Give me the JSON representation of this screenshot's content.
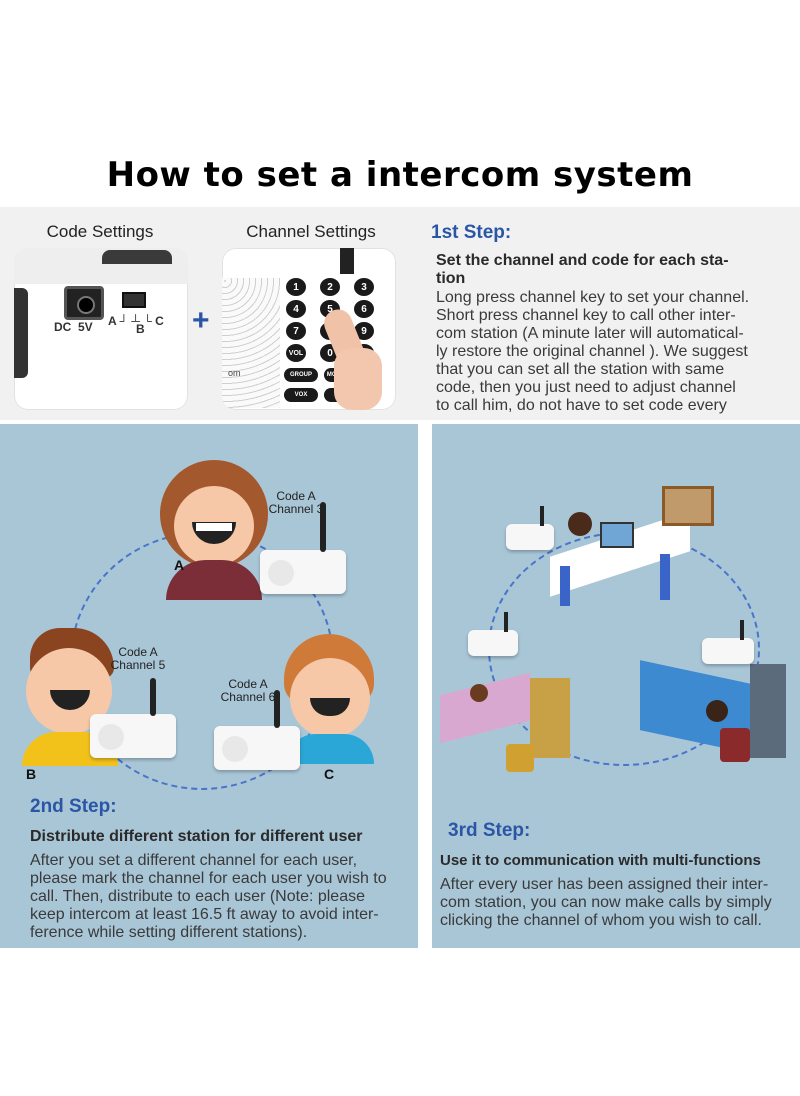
{
  "title": "How to set a intercom system",
  "top": {
    "code_settings_label": "Code Settings",
    "channel_settings_label": "Channel Settings",
    "plus": "+",
    "dc_label": "DC  5V",
    "abc_label": "A ┘ ┴ └ C",
    "b_label": "B",
    "keypad_keys": [
      "1",
      "2",
      "3",
      "4",
      "5",
      "6",
      "7",
      "8",
      "9",
      "VOL",
      "0",
      "CL"
    ],
    "keypad_buttons": [
      "GROUP",
      "MONITOR",
      "VOX",
      "C"
    ],
    "com_text": "om"
  },
  "step1": {
    "title": "1st Step:",
    "subtitle": "Set the channel and code for each sta-\ntion",
    "body": "Long press channel key to set your channel.\nShort press channel key to call other inter-\ncom station (A minute later will automatical-\nly restore the original channel ). We suggest\nthat you can set all the station with same\ncode, then you just need to adjust channel\nto call him, do not have to set code every"
  },
  "left_panel": {
    "users": [
      {
        "letter": "A",
        "code": "Code A",
        "channel": "Channel 3"
      },
      {
        "letter": "B",
        "code": "Code A",
        "channel": "Channel 5"
      },
      {
        "letter": "C",
        "code": "Code A",
        "channel": "Channel 6"
      }
    ]
  },
  "step2": {
    "title": "2nd Step:",
    "subtitle": "Distribute different station for different user",
    "body": "After you set a different channel for each user,\nplease mark the channel for each user you wish to\ncall. Then, distribute to each user (Note: please\nkeep intercom at least 16.5 ft away to avoid inter-\nference while setting  different stations)."
  },
  "step3": {
    "title": "3rd Step:",
    "subtitle": "Use it to communication with multi-functions",
    "body": "After every user has been assigned their inter-\ncom station, you can now make calls by simply\nclicking the channel of whom you wish to call."
  },
  "colors": {
    "accent_blue": "#2b56a6",
    "panel_bg": "#a9c6d7",
    "dashed_circle": "#4a74c9",
    "skin": "#f6c8a8",
    "hair_brown": "#a3582e",
    "shirt_maroon": "#7b2e38",
    "shirt_yellow": "#f2c21b",
    "shirt_cyan": "#2aa7d6"
  }
}
